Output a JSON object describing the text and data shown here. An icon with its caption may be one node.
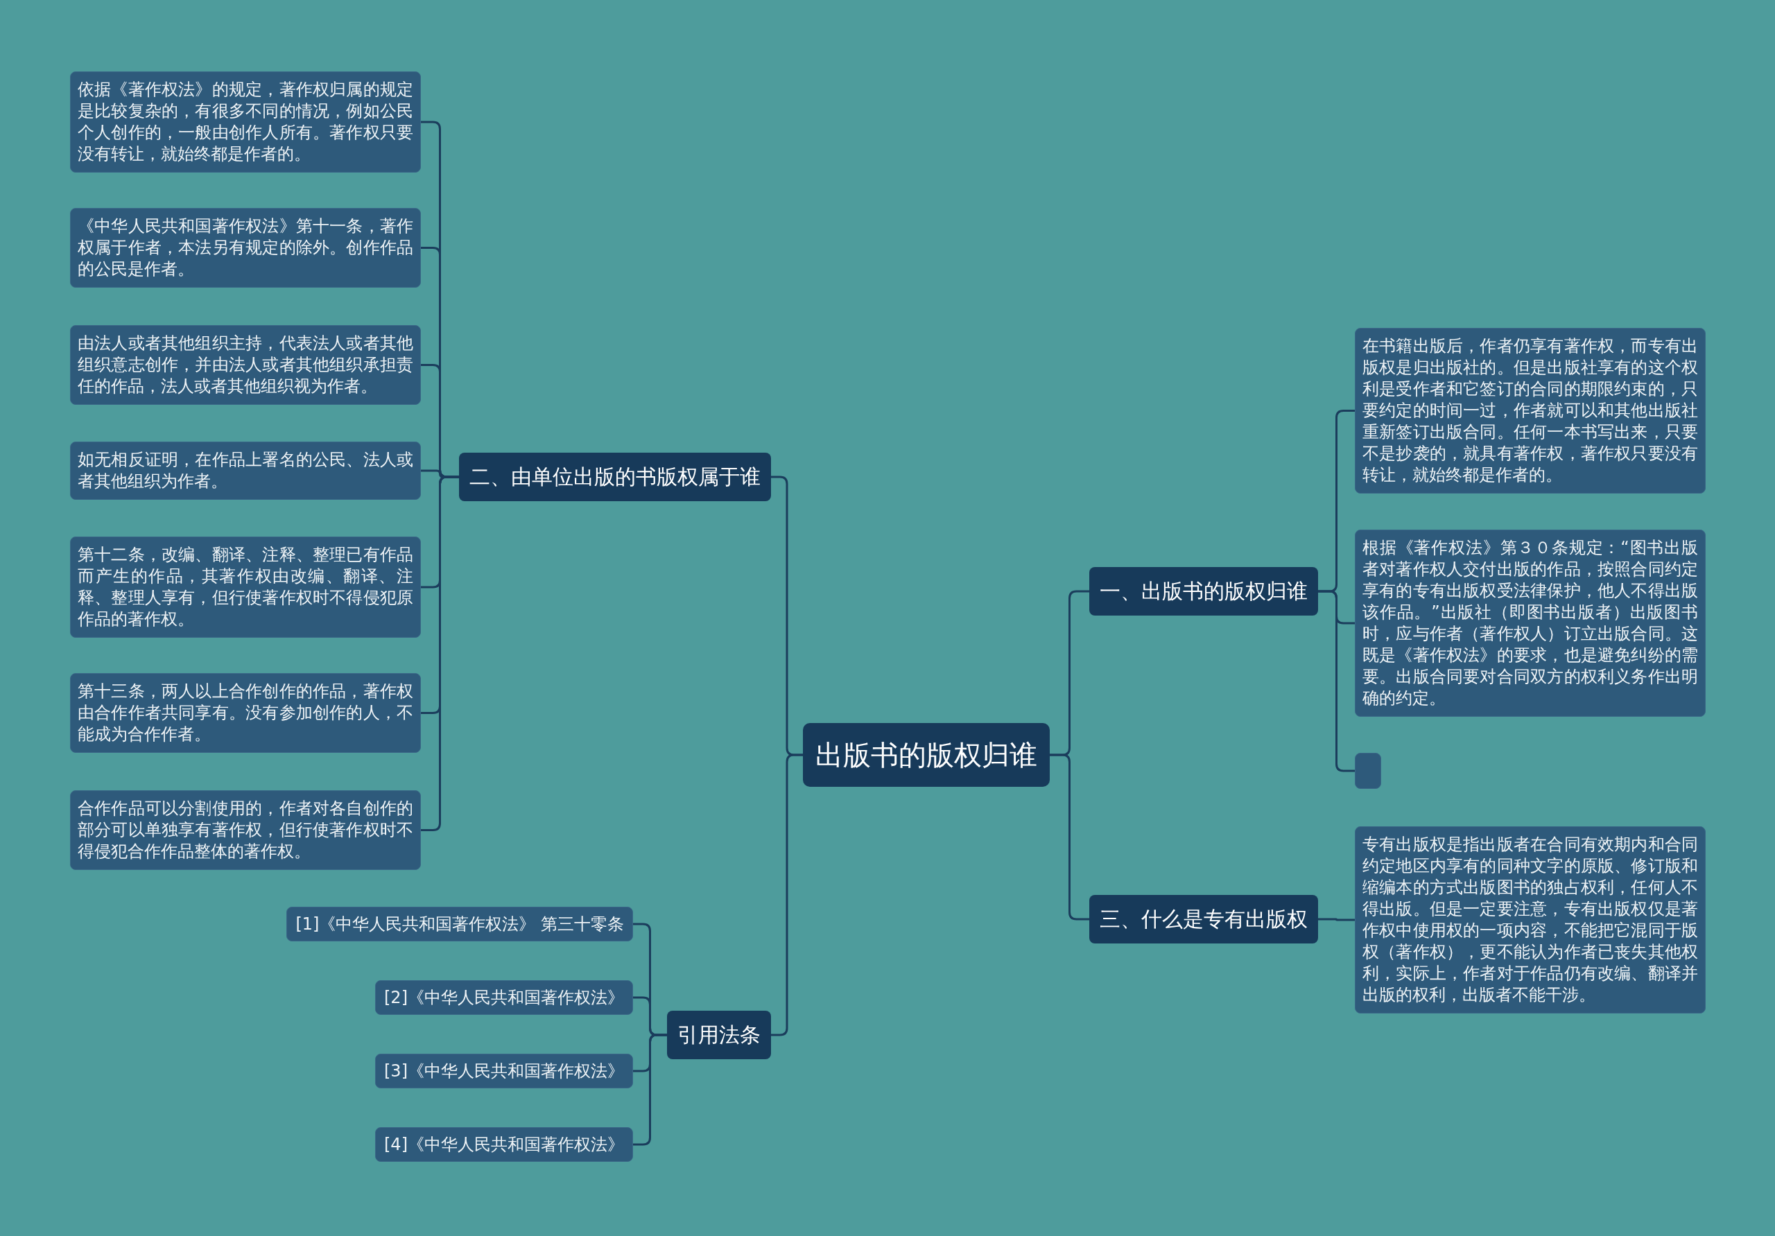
{
  "diagram": {
    "nodes": [
      {
        "text": [
          "出版书的版权归谁"
        ]
      },
      {
        "text": [
          "二、由单位出版的书版权属于谁"
        ]
      },
      {
        "text": [
          "依据《著作权法》的规定，著作权归属的规定是比较复杂的，有很多不同的情况，例如公民个人创作的，一般由创作人所有。著作权只要没有转让，就始终都是作者的。"
        ]
      },
      {
        "text": [
          "《中华人民共和国著作权法》第十一条，著作权属于作者，本法另有规定的除外。创作作品的公民是作者。"
        ]
      },
      {
        "text": [
          "由法人或者其他组织主持，代表法人或者其他组织意志创作，并由法人或者其他组织承担责任的作品，法人或者其他组织视为作者。"
        ]
      },
      {
        "text": [
          "如无相反证明，在作品上署名的公民、法人或者其他组织为作者。"
        ]
      },
      {
        "text": [
          "第十二条，改编、翻译、注释、整理已有作品而产生的作品，其著作权由改编、翻译、注释、整理人享有，但行使著作权时不得侵犯原作品的著作权。"
        ]
      },
      {
        "text": [
          "第十三条，两人以上合作创作的作品，著作权由合作作者共同享有。没有参加创作的人，不能成为合作作者。"
        ]
      },
      {
        "text": [
          "合作作品可以分割使用的，作者对各自创作的部分可以单独享有著作权，但行使著作权时不得侵犯合作作品整体的著作权。"
        ]
      },
      {
        "text": [
          "引用法条"
        ]
      },
      {
        "text": [
          "[1]《中华人民共和国著作权法》 第三十零条"
        ]
      },
      {
        "text": [
          "[2]《中华人民共和国著作权法》"
        ]
      },
      {
        "text": [
          "[3]《中华人民共和国著作权法》"
        ]
      },
      {
        "text": [
          "[4]《中华人民共和国著作权法》"
        ]
      },
      {
        "text": [
          "一、出版书的版权归谁"
        ]
      },
      {
        "text": [
          "在书籍出版后，作者仍享有著作权，而专有出版权是归出版社的。但是出版社享有的这个权利是受作者和它签订的合同的期限约束的，只要约定的时间一过，作者就可以和其他出版社重新签订出版合同。任何一本书写出来，只要不是抄袭的，就具有著作权，著作权只要没有转让，就始终都是作者的。"
        ]
      },
      {
        "text": [
          "根据《著作权法》第３０条规定：“图书出版者对著作权人交付出版的作品，按照合同约定享有的专有出版权受法律保护，他人不得出版该作品。”出版社（即图书出版者）出版图书时，应与作者（著作权人）订立出版合同。这既是《著作权法》的要求，也是避免纠纷的需要。出版合同要对合同双方的权利义务作出明确的约定。"
        ]
      },
      {
        "text": [],
        "shape": "box"
      },
      {
        "text": [
          "三、什么是专有出版权"
        ]
      },
      {
        "text": [
          "专有出版权是指出版者在合同有效期内和合同约定地区内享有的同种文字的原版、修订版和缩编本的方式出版图书的独占权利，任何人不得出版。但是一定要注意，专有出版权仅是著作权中使用权的一项内容，不能把它混同于版权（著作权），更不能认为作者已丧失其他权利，实际上，作者对于作品仍有改编、翻译并出版的权利，出版者不能干涉。"
        ]
      }
    ],
    "edges": [
      {
        "from": 0,
        "to": 1,
        "arrow": "none"
      },
      {
        "from": 1,
        "to": 2,
        "arrow": "none"
      },
      {
        "from": 1,
        "to": 3,
        "arrow": "none"
      },
      {
        "from": 1,
        "to": 4,
        "arrow": "none"
      },
      {
        "from": 1,
        "to": 5,
        "arrow": "none"
      },
      {
        "from": 1,
        "to": 6,
        "arrow": "none"
      },
      {
        "from": 1,
        "to": 7,
        "arrow": "none"
      },
      {
        "from": 1,
        "to": 8,
        "arrow": "none"
      },
      {
        "from": 0,
        "to": 9,
        "arrow": "none"
      },
      {
        "from": 9,
        "to": 10,
        "arrow": "none"
      },
      {
        "from": 9,
        "to": 11,
        "arrow": "none"
      },
      {
        "from": 9,
        "to": 12,
        "arrow": "none"
      },
      {
        "from": 9,
        "to": 13,
        "arrow": "none"
      },
      {
        "from": 0,
        "to": 14,
        "arrow": "none"
      },
      {
        "from": 14,
        "to": 15,
        "arrow": "none"
      },
      {
        "from": 14,
        "to": 16,
        "arrow": "none"
      },
      {
        "from": 14,
        "to": 17,
        "arrow": "none"
      },
      {
        "from": 0,
        "to": 18,
        "arrow": "none"
      },
      {
        "from": 18,
        "to": 19,
        "arrow": "none"
      }
    ]
  }
}
